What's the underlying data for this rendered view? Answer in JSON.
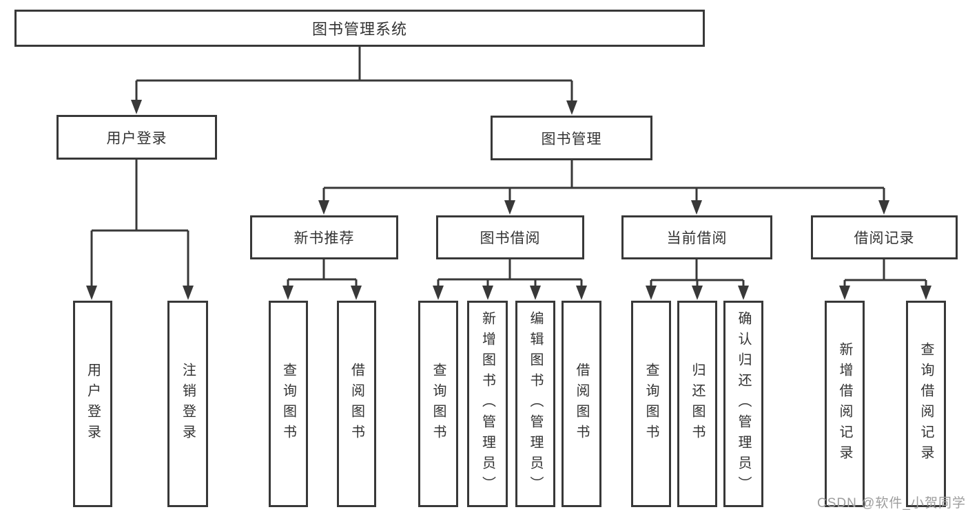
{
  "diagram": {
    "root": {
      "label": "图书管理系统"
    },
    "level2": [
      {
        "label": "用户登录",
        "children": [
          {
            "label": "用户登录"
          },
          {
            "label": "注销登录"
          }
        ]
      },
      {
        "label": "图书管理",
        "children": [
          {
            "label": "新书推荐",
            "children": [
              {
                "label": "查询图书"
              },
              {
                "label": "借阅图书"
              }
            ]
          },
          {
            "label": "图书借阅",
            "children": [
              {
                "label": "查询图书"
              },
              {
                "label": "新增图书（管理员）"
              },
              {
                "label": "编辑图书（管理员）"
              },
              {
                "label": "借阅图书"
              }
            ]
          },
          {
            "label": "当前借阅",
            "children": [
              {
                "label": "查询图书"
              },
              {
                "label": "归还图书"
              },
              {
                "label": "确认归还（管理员）"
              }
            ]
          },
          {
            "label": "借阅记录",
            "children": [
              {
                "label": "新增借阅记录"
              },
              {
                "label": "查询借阅记录"
              }
            ]
          }
        ]
      }
    ]
  },
  "watermark": {
    "text": "CSDN @软件_小贺同学"
  },
  "colors": {
    "line": "#383838",
    "box_border": "#383838",
    "text": "#333333",
    "watermark": "#9d9d9d",
    "background": "#ffffff"
  }
}
